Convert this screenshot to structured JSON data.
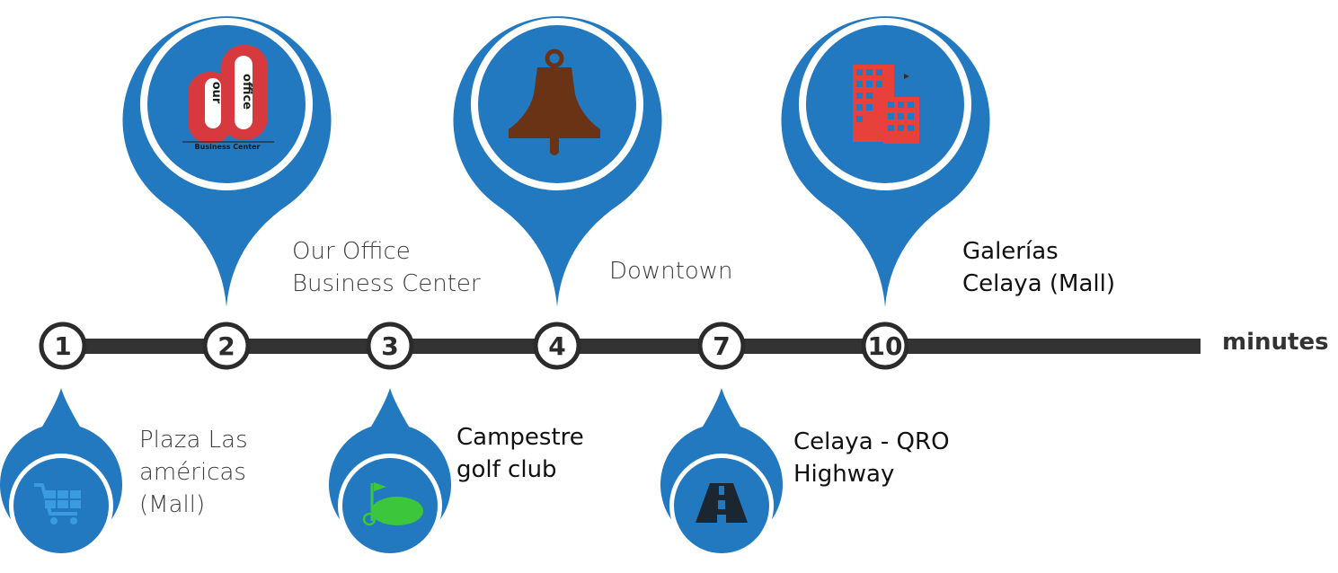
{
  "timeline": {
    "unit_label": "minutes",
    "ticks": [
      "1",
      "2",
      "3",
      "4",
      "7",
      "10"
    ]
  },
  "locations": {
    "our_office": {
      "lines": [
        "Our Office",
        "Business Center"
      ],
      "icon": "office-logo-icon"
    },
    "downtown": {
      "lines": [
        "Downtown"
      ],
      "icon": "bell-icon"
    },
    "galerias": {
      "lines": [
        "Galerías",
        "Celaya (Mall)"
      ],
      "icon": "buildings-icon"
    },
    "plaza": {
      "lines": [
        "Plaza Las",
        "américas",
        "(Mall)"
      ],
      "icon": "shopping-cart-icon"
    },
    "campestre": {
      "lines": [
        "Campestre",
        "golf club"
      ],
      "icon": "golf-flag-icon"
    },
    "highway": {
      "lines": [
        "Celaya - QRO",
        "Highway"
      ],
      "icon": "highway-icon"
    }
  },
  "logo": {
    "word_1": "our",
    "word_2": "office",
    "caption": "Business Center"
  },
  "colors": {
    "pin_blue": "#2279bf",
    "timeline_dark": "#333333",
    "bell_brown": "#6b3316",
    "building_red": "#e8403a",
    "golf_green": "#3cc63c",
    "cart_blue": "#3a9be0",
    "road_dark": "#1c2630",
    "logo_red": "#d63a3f"
  }
}
